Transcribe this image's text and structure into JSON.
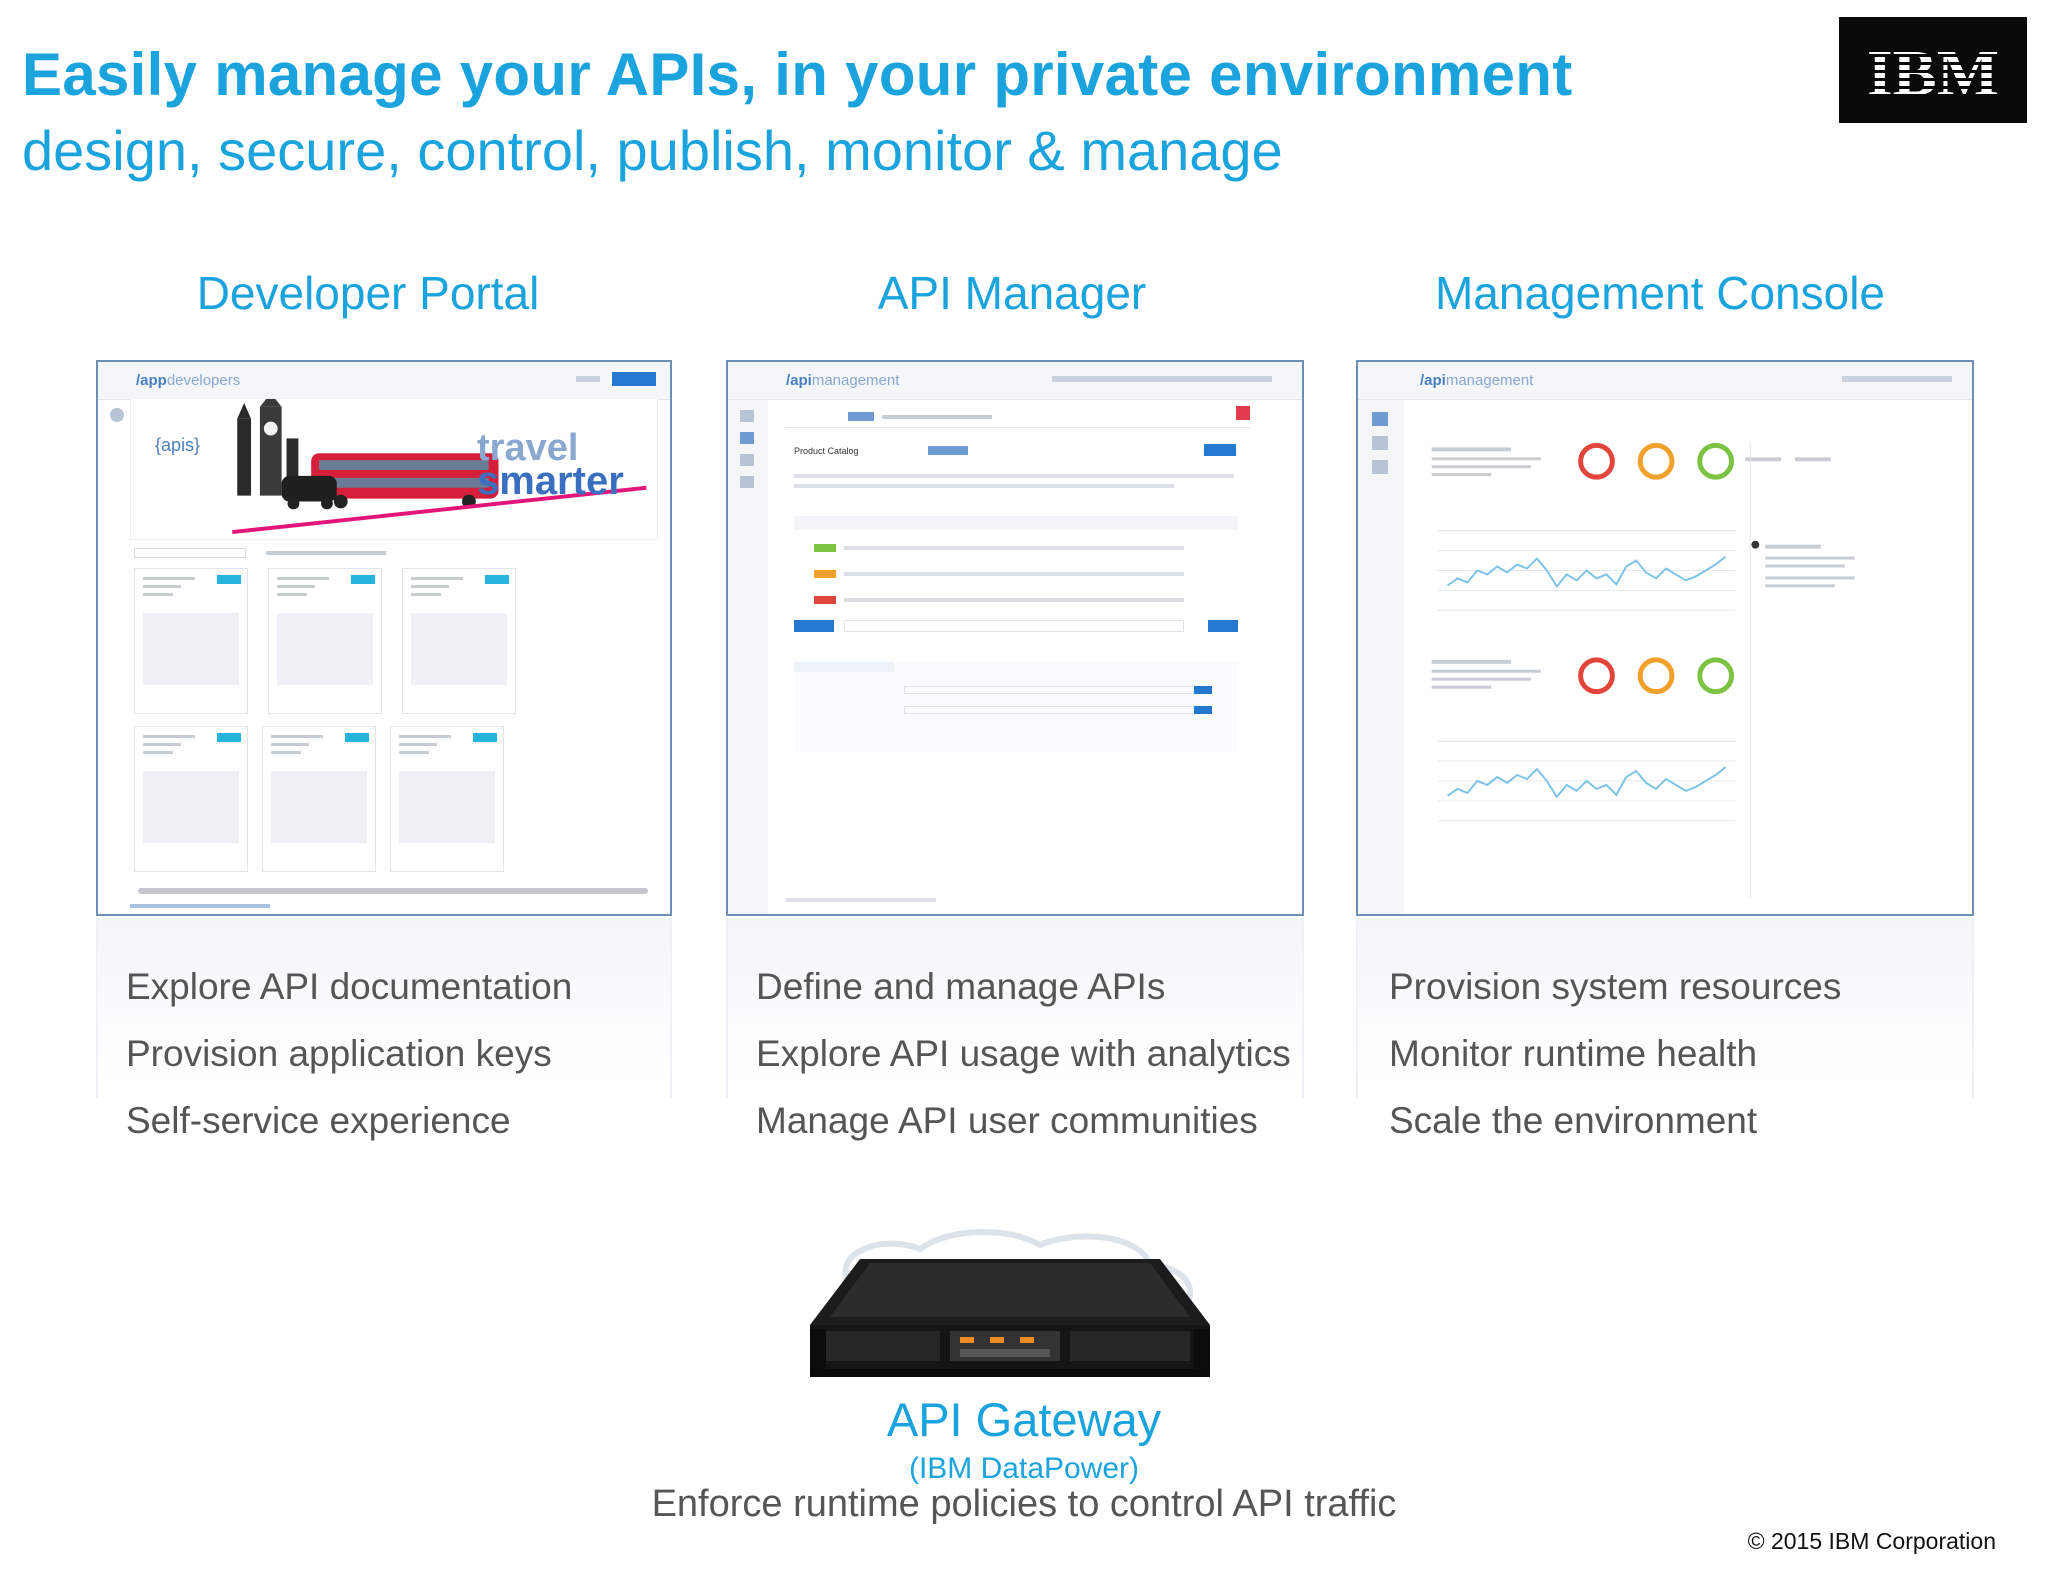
{
  "header": {
    "title": "Easily manage your APIs, in your private environment",
    "subtitle": "design, secure, control, publish, monitor & manage",
    "logo_text": "IBM"
  },
  "columns": [
    {
      "heading": "Developer Portal",
      "bullets": [
        "Explore API documentation",
        "Provision application keys",
        "Self-service experience"
      ],
      "screenshot": {
        "logo_prefix": "/app",
        "logo_suffix": "developers",
        "banner_tag": "{apis}",
        "banner_line1": "travel",
        "banner_line2": "smarter"
      }
    },
    {
      "heading": "API Manager",
      "bullets": [
        "Define and manage APIs",
        "Explore API usage with analytics",
        "Manage API user communities"
      ],
      "screenshot": {
        "logo_prefix": "/api",
        "logo_suffix": "management",
        "page_title": "Product Catalog"
      }
    },
    {
      "heading": "Management Console",
      "bullets": [
        "Provision system resources",
        "Monitor runtime health",
        "Scale the environment"
      ],
      "screenshot": {
        "logo_prefix": "/api",
        "logo_suffix": "management"
      }
    }
  ],
  "gateway": {
    "title": "API Gateway",
    "subtitle": "(IBM DataPower)",
    "description": "Enforce runtime policies to control API traffic"
  },
  "footer": {
    "copyright": "© 2015 IBM Corporation"
  },
  "colors": {
    "accent": "#1aa3dc",
    "body_text": "#555555",
    "frame_border": "#6d8fb5"
  }
}
